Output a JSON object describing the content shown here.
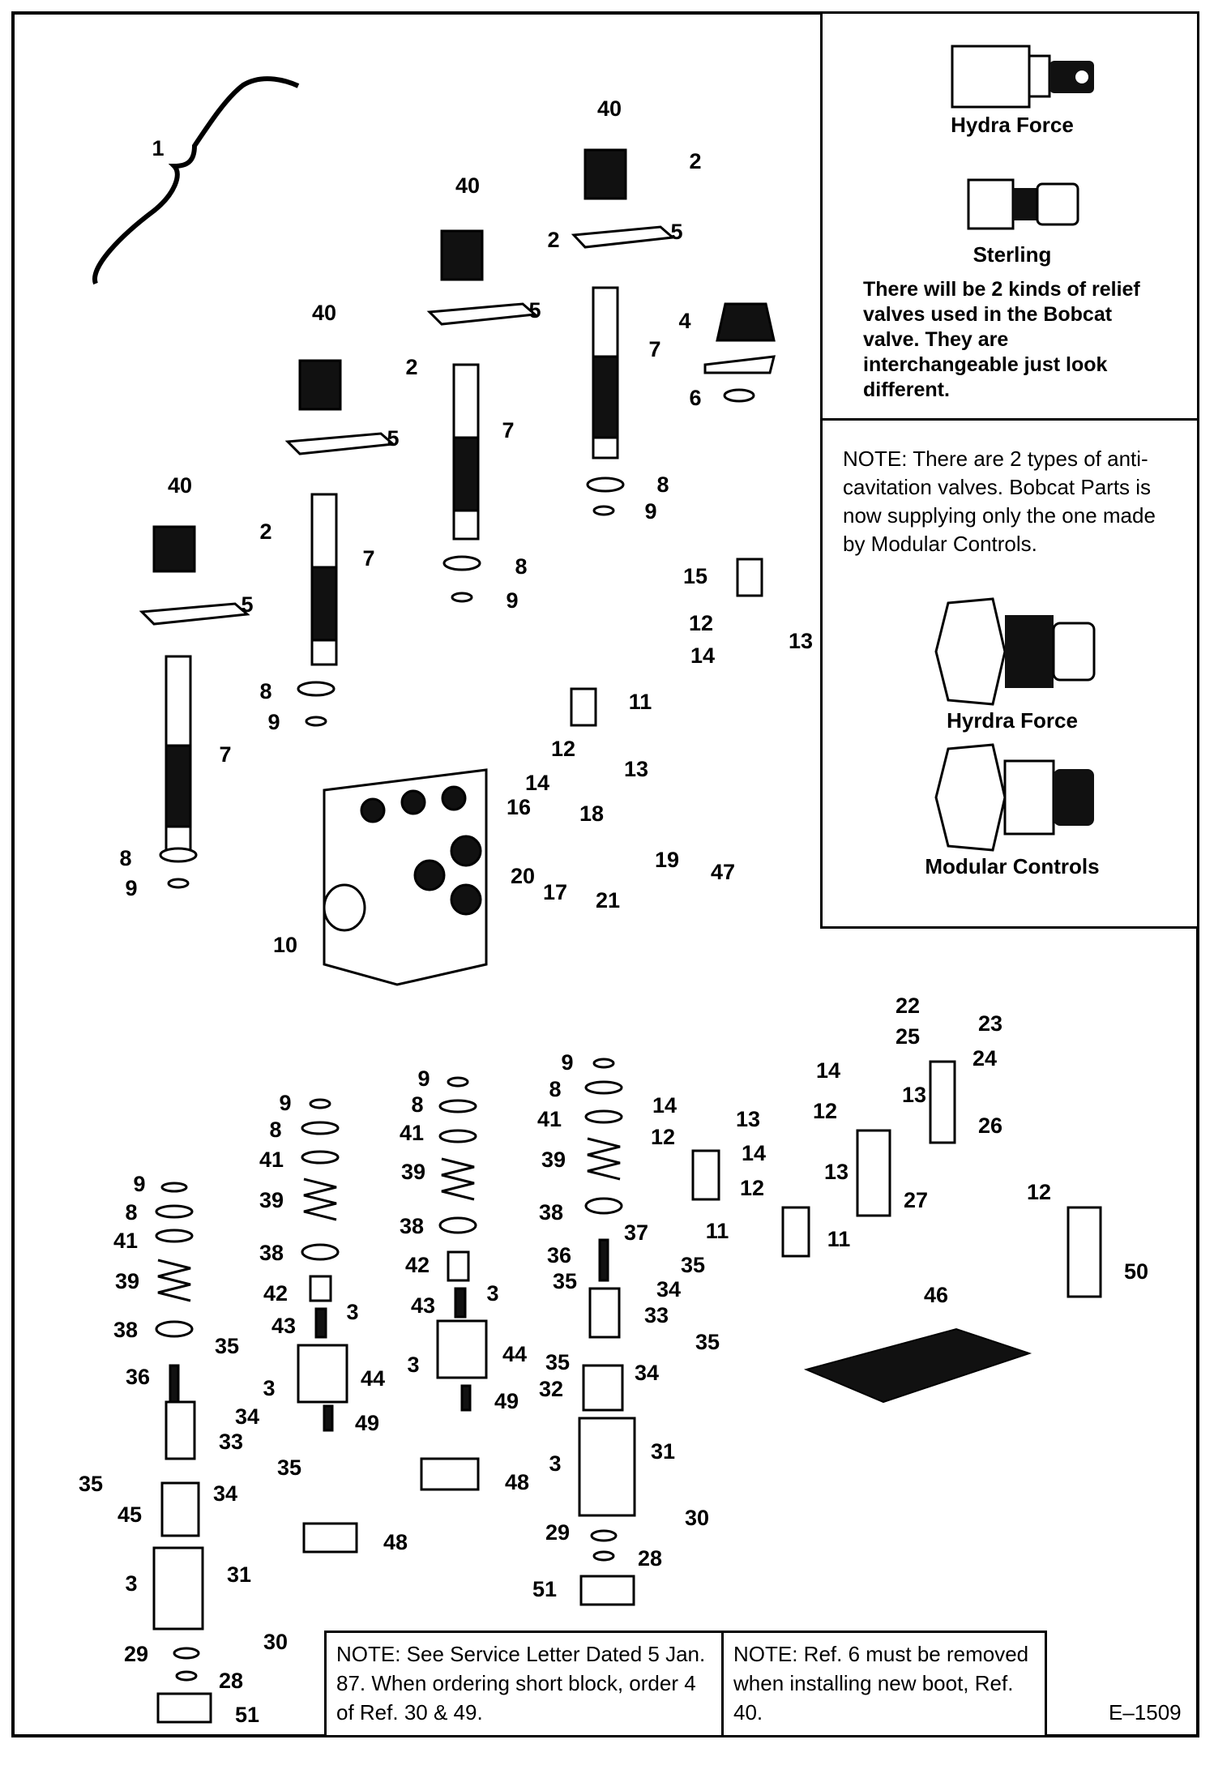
{
  "sidebar": {
    "relief": {
      "hydra_label": "Hydra Force",
      "sterling_label": "Sterling",
      "note": "There will be 2 kinds of relief valves used in the Bobcat valve. They are interchangeable just look different."
    },
    "anticav": {
      "note": "NOTE: There are 2 types of anti-cavitation valves. Bobcat Parts is now supplying only the one made by Modular Controls.",
      "hydra_label": "Hyrdra Force",
      "modular_label": "Modular Controls"
    }
  },
  "bottom": {
    "note_left": "NOTE: See Service Letter Dated 5 Jan. 87. When ordering short block, order 4 of Ref. 30 & 49.",
    "note_right": "NOTE: Ref. 6 must be removed when installing new boot, Ref. 40.",
    "figure_id": "E–1509"
  },
  "callouts": [
    {
      "id": "c1",
      "text": "1"
    },
    {
      "id": "c40a",
      "text": "40"
    },
    {
      "id": "c2a",
      "text": "2"
    },
    {
      "id": "c5a",
      "text": "5"
    },
    {
      "id": "c40b",
      "text": "40"
    },
    {
      "id": "c2b",
      "text": "2"
    },
    {
      "id": "c5b",
      "text": "5"
    },
    {
      "id": "c7b",
      "text": "7"
    },
    {
      "id": "c40c",
      "text": "40"
    },
    {
      "id": "c2c",
      "text": "2"
    },
    {
      "id": "c5c",
      "text": "5"
    },
    {
      "id": "c7c",
      "text": "7"
    },
    {
      "id": "c40d",
      "text": "40"
    },
    {
      "id": "c2d",
      "text": "2"
    },
    {
      "id": "c5d",
      "text": "5"
    },
    {
      "id": "c7d",
      "text": "7"
    },
    {
      "id": "c7a",
      "text": "7"
    },
    {
      "id": "c8a",
      "text": "8"
    },
    {
      "id": "c9a",
      "text": "9"
    },
    {
      "id": "c8b",
      "text": "8"
    },
    {
      "id": "c9b",
      "text": "9"
    },
    {
      "id": "c8c",
      "text": "8"
    },
    {
      "id": "c9c",
      "text": "9"
    },
    {
      "id": "c8d",
      "text": "8"
    },
    {
      "id": "c9d",
      "text": "9"
    },
    {
      "id": "c4",
      "text": "4"
    },
    {
      "id": "c6",
      "text": "6"
    },
    {
      "id": "c15",
      "text": "15"
    },
    {
      "id": "c12a",
      "text": "12"
    },
    {
      "id": "c13a",
      "text": "13"
    },
    {
      "id": "c14a",
      "text": "14"
    },
    {
      "id": "c11a",
      "text": "11"
    },
    {
      "id": "c12b",
      "text": "12"
    },
    {
      "id": "c13b",
      "text": "13"
    },
    {
      "id": "c14b",
      "text": "14"
    },
    {
      "id": "c16",
      "text": "16"
    },
    {
      "id": "c18",
      "text": "18"
    },
    {
      "id": "c19",
      "text": "19"
    },
    {
      "id": "c17",
      "text": "17"
    },
    {
      "id": "c20",
      "text": "20"
    },
    {
      "id": "c21",
      "text": "21"
    },
    {
      "id": "c47",
      "text": "47"
    },
    {
      "id": "c10",
      "text": "10"
    },
    {
      "id": "c22",
      "text": "22"
    },
    {
      "id": "c23",
      "text": "23"
    },
    {
      "id": "c25",
      "text": "25"
    },
    {
      "id": "c24",
      "text": "24"
    },
    {
      "id": "c26",
      "text": "26"
    },
    {
      "id": "c14c",
      "text": "14"
    },
    {
      "id": "c13c",
      "text": "13"
    },
    {
      "id": "c12c",
      "text": "12"
    },
    {
      "id": "c14d",
      "text": "14"
    },
    {
      "id": "c13d",
      "text": "13"
    },
    {
      "id": "c12d",
      "text": "12"
    },
    {
      "id": "c11b",
      "text": "11"
    },
    {
      "id": "c14e",
      "text": "14"
    },
    {
      "id": "c13e",
      "text": "13"
    },
    {
      "id": "c12e",
      "text": "12"
    },
    {
      "id": "c11c",
      "text": "11"
    },
    {
      "id": "c27",
      "text": "27"
    },
    {
      "id": "c12f",
      "text": "12"
    },
    {
      "id": "c50",
      "text": "50"
    },
    {
      "id": "c46",
      "text": "46"
    },
    {
      "id": "k9a",
      "text": "9"
    },
    {
      "id": "k8a",
      "text": "8"
    },
    {
      "id": "k41a",
      "text": "41"
    },
    {
      "id": "k39a",
      "text": "39"
    },
    {
      "id": "k38a",
      "text": "38"
    },
    {
      "id": "k36a",
      "text": "36"
    },
    {
      "id": "k35a",
      "text": "35"
    },
    {
      "id": "k34a",
      "text": "34"
    },
    {
      "id": "k33a",
      "text": "33"
    },
    {
      "id": "k35b",
      "text": "35"
    },
    {
      "id": "k35c",
      "text": "35"
    },
    {
      "id": "k34b",
      "text": "34"
    },
    {
      "id": "k45",
      "text": "45"
    },
    {
      "id": "k3a",
      "text": "3"
    },
    {
      "id": "k31a",
      "text": "31"
    },
    {
      "id": "k30a",
      "text": "30"
    },
    {
      "id": "k29a",
      "text": "29"
    },
    {
      "id": "k28a",
      "text": "28"
    },
    {
      "id": "k51a",
      "text": "51"
    },
    {
      "id": "k9b",
      "text": "9"
    },
    {
      "id": "k8b",
      "text": "8"
    },
    {
      "id": "k41b",
      "text": "41"
    },
    {
      "id": "k39b",
      "text": "39"
    },
    {
      "id": "k38b",
      "text": "38"
    },
    {
      "id": "k42b",
      "text": "42"
    },
    {
      "id": "k3b",
      "text": "3"
    },
    {
      "id": "k43b",
      "text": "43"
    },
    {
      "id": "k3c",
      "text": "3"
    },
    {
      "id": "k44b",
      "text": "44"
    },
    {
      "id": "k49b",
      "text": "49"
    },
    {
      "id": "k48a",
      "text": "48"
    },
    {
      "id": "k9c",
      "text": "9"
    },
    {
      "id": "k8c",
      "text": "8"
    },
    {
      "id": "k41c",
      "text": "41"
    },
    {
      "id": "k39c",
      "text": "39"
    },
    {
      "id": "k38c",
      "text": "38"
    },
    {
      "id": "k42c",
      "text": "42"
    },
    {
      "id": "k3d",
      "text": "3"
    },
    {
      "id": "k43c",
      "text": "43"
    },
    {
      "id": "k3e",
      "text": "3"
    },
    {
      "id": "k44c",
      "text": "44"
    },
    {
      "id": "k49c",
      "text": "49"
    },
    {
      "id": "k48b",
      "text": "48"
    },
    {
      "id": "k9d",
      "text": "9"
    },
    {
      "id": "k8d",
      "text": "8"
    },
    {
      "id": "k41d",
      "text": "41"
    },
    {
      "id": "k39d",
      "text": "39"
    },
    {
      "id": "k38d",
      "text": "38"
    },
    {
      "id": "k37",
      "text": "37"
    },
    {
      "id": "k36d",
      "text": "36"
    },
    {
      "id": "k35d",
      "text": "35"
    },
    {
      "id": "k35e",
      "text": "35"
    },
    {
      "id": "k34d",
      "text": "34"
    },
    {
      "id": "k33d",
      "text": "33"
    },
    {
      "id": "k35f",
      "text": "35"
    },
    {
      "id": "k35g",
      "text": "35"
    },
    {
      "id": "k34e",
      "text": "34"
    },
    {
      "id": "k32",
      "text": "32"
    },
    {
      "id": "k3f",
      "text": "3"
    },
    {
      "id": "k31d",
      "text": "31"
    },
    {
      "id": "k30d",
      "text": "30"
    },
    {
      "id": "k29d",
      "text": "29"
    },
    {
      "id": "k28d",
      "text": "28"
    },
    {
      "id": "k51d",
      "text": "51"
    }
  ]
}
